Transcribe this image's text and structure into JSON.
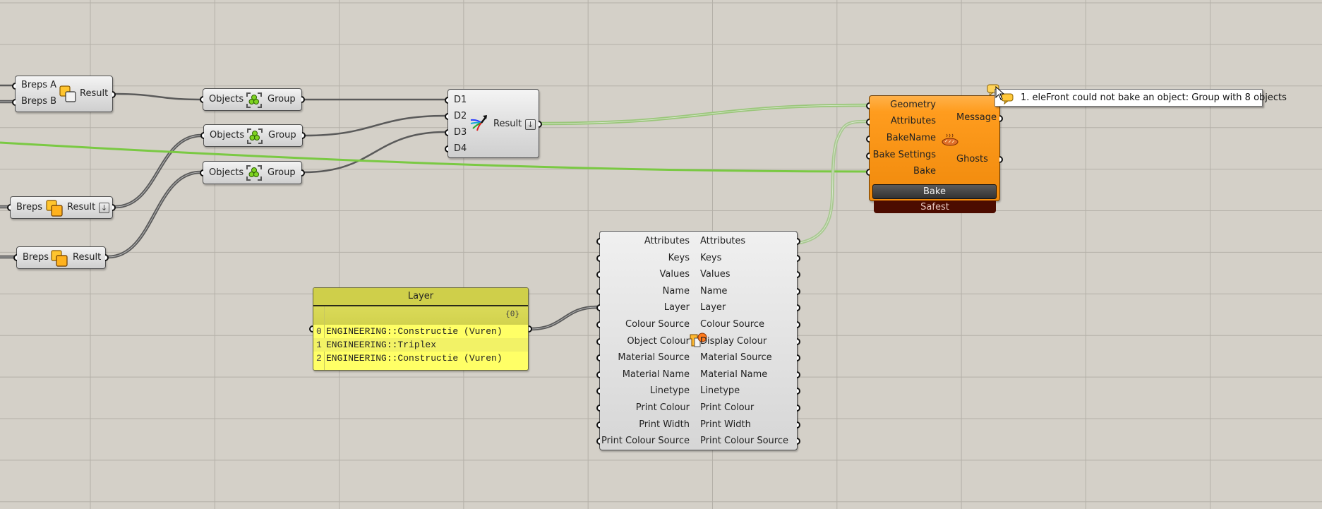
{
  "canvas": {
    "background": "#d4d0c8",
    "grid_color": "#b4b0a8"
  },
  "wire_colors": {
    "default": "#5a5a5a",
    "selected": "#7ac943",
    "faded": "#b9b9a8"
  },
  "nodes": {
    "boolean_union": {
      "inputs": [
        "Breps A",
        "Breps B"
      ],
      "output": "Result",
      "icon": "boolean-difference-icon"
    },
    "groups": [
      {
        "input": "Objects",
        "output": "Group",
        "icon": "group-icon"
      },
      {
        "input": "Objects",
        "output": "Group",
        "icon": "group-icon"
      },
      {
        "input": "Objects",
        "output": "Group",
        "icon": "group-icon"
      }
    ],
    "breps_union_1": {
      "input": "Breps",
      "output": "Result",
      "icon": "solid-union-icon",
      "has_flatten": true
    },
    "breps_union_2": {
      "input": "Breps",
      "output": "Result",
      "icon": "solid-union-icon",
      "has_flatten": false
    },
    "merge": {
      "inputs": [
        "D1",
        "D2",
        "D3",
        "D4"
      ],
      "output": "Result",
      "icon": "merge-icon",
      "flatten_glyph": "↓"
    },
    "bake": {
      "inputs": [
        "Geometry",
        "Attributes",
        "BakeName",
        "Bake Settings",
        "Bake"
      ],
      "outputs": [
        "Message",
        "Ghosts"
      ],
      "icon": "bake-bread-icon",
      "button_label": "Bake",
      "mode_label": "Safest",
      "color": "#ff9c1e"
    },
    "layer_panel": {
      "title": "Layer",
      "path": "{0}",
      "rows": [
        {
          "index": "0",
          "value": "ENGINEERING::Constructie (Vuren)"
        },
        {
          "index": "1",
          "value": "ENGINEERING::Triplex"
        },
        {
          "index": "2",
          "value": "ENGINEERING::Constructie (Vuren)"
        }
      ],
      "color": "#ffff66"
    },
    "attributes": {
      "inputs": [
        "Attributes",
        "Keys",
        "Values",
        "Name",
        "Layer",
        "Colour Source",
        "Object Colour",
        "Material Source",
        "Material Name",
        "Linetype",
        "Print Colour",
        "Print Width",
        "Print Colour Source"
      ],
      "outputs": [
        "Attributes",
        "Keys",
        "Values",
        "Name",
        "Layer",
        "Colour Source",
        "Display Colour",
        "Material Source",
        "Material Name",
        "Linetype",
        "Print Colour",
        "Print Width",
        "Print Colour Source"
      ],
      "icon": "modify-attributes-icon"
    }
  },
  "tooltip": {
    "icon": "message-balloon-icon",
    "text": "1. eleFront could not bake an object: Group with 8 objects"
  }
}
